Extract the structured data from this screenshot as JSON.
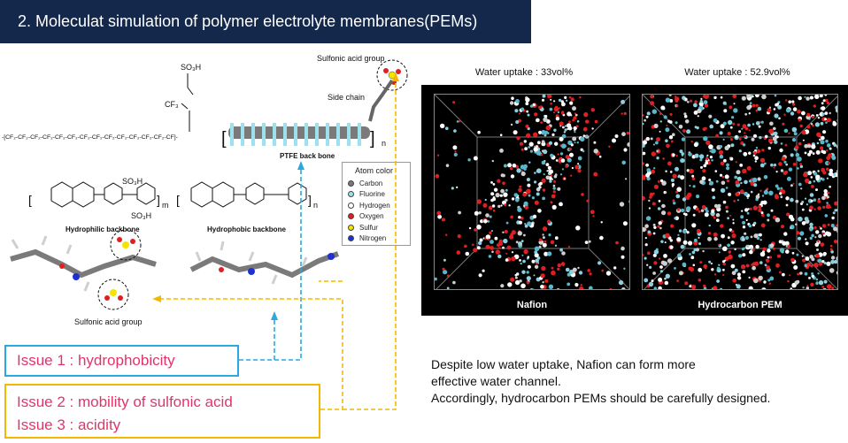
{
  "title": "2. Moleculat simulation of polymer electrolyte membranes(PEMs)",
  "chem_labels": {
    "nafion_sulfonic": "SO₃H",
    "nafion_cf3": "CF₃",
    "nafion_backbone": "-[CF₂-CF₂-CF₂-CF₂-CF₂-CF₂-CF₂-CF₂-CF₂-CF₂-CF₂-CF₂-CF₂-CF]-",
    "hc_so3h_top": "SO₃H",
    "hc_so3h_bottom": "SO₃H",
    "hydrophilic": "Hydrophilic backbone",
    "hydrophobic": "Hydrophobic backbone",
    "sulfonic_top": "Sulfonic acid group",
    "side_chain": "Side chain",
    "ptfe": "PTFE back bone",
    "sulfonic_bottom": "Sulfonic acid group",
    "n_sub": "n",
    "m_sub": "m"
  },
  "legend": {
    "title": "Atom color",
    "items": [
      {
        "label": "Carbon",
        "color": "#7a7a7a"
      },
      {
        "label": "Fluorine",
        "color": "#9fe0ef"
      },
      {
        "label": "Hydrogen",
        "color": "#ffffff"
      },
      {
        "label": "Oxygen",
        "color": "#e02020"
      },
      {
        "label": "Sulfur",
        "color": "#f2e600"
      },
      {
        "label": "Nitrogen",
        "color": "#2030d0"
      }
    ]
  },
  "simulations": [
    {
      "uptake": "Water uptake : 33vol%",
      "caption": "Nafion"
    },
    {
      "uptake": "Water uptake : 52.9vol%",
      "caption": "Hydrocarbon PEM"
    }
  ],
  "issues": {
    "issue1": "Issue 1 : hydrophobicity",
    "issue2": "Issue 2 : mobility of sulfonic acid",
    "issue3": "Issue 3 : acidity"
  },
  "conclusion": [
    "Despite low water uptake, Nafion can form more",
    "effective water channel.",
    "Accordingly, hydrocarbon PEMs should be carefully designed."
  ],
  "colors": {
    "title_bg": "#14284b",
    "issue1_border": "#29a9e0",
    "issue2_border": "#f5b800",
    "issue_text": "#e0356b"
  }
}
